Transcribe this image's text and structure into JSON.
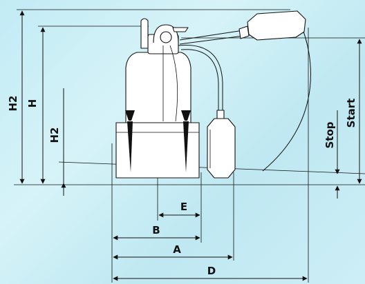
{
  "labels": {
    "h2_left": "H2",
    "h": "H",
    "h2_inner": "H2",
    "stop": "Stop",
    "start": "Start",
    "e": "E",
    "b": "B",
    "a": "A",
    "d": "D"
  },
  "colors": {
    "background": "#c8eef6",
    "line": "#111111",
    "pump_fill": "#ffffff"
  }
}
